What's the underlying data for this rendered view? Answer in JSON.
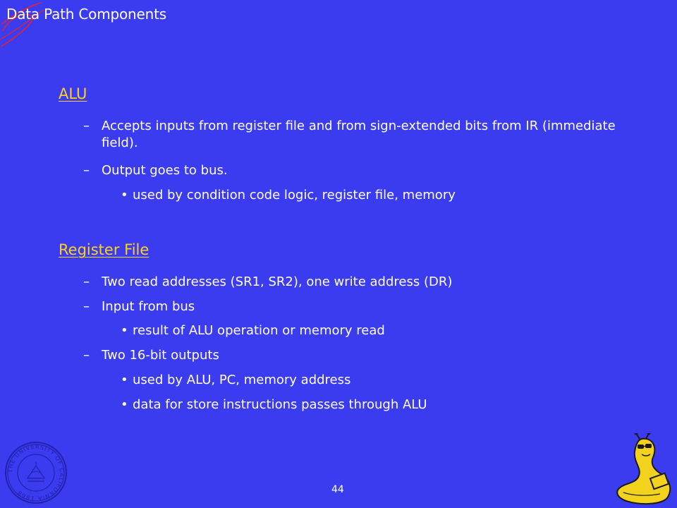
{
  "header": {
    "title": "Data Path Components"
  },
  "sections": [
    {
      "heading": "ALU",
      "items": [
        {
          "marker": "–",
          "text": "Accepts inputs from register file and from sign-extended bits from IR (immediate field)."
        },
        {
          "marker": "–",
          "text": "Output goes to bus."
        },
        {
          "marker": "•",
          "text": "used by condition code logic, register file, memory"
        }
      ]
    },
    {
      "heading": "Register File",
      "items": [
        {
          "marker": "–",
          "text": "Two read addresses (SR1, SR2), one write address (DR)"
        },
        {
          "marker": "–",
          "text": "Input from bus"
        },
        {
          "marker": "•",
          "text": "result of ALU operation or memory read"
        },
        {
          "marker": "–",
          "text": "Two 16-bit outputs"
        },
        {
          "marker": "•",
          "text": "used by ALU, PC, memory address"
        },
        {
          "marker": "•",
          "text": "data for store instructions passes through ALU"
        }
      ]
    }
  ],
  "footer": {
    "page_number": "44",
    "seal_text": "THE UNIVERSITY OF CALIFORNIA 1868",
    "seal_icon": "university-seal-icon",
    "mascot_icon": "banana-slug-mascot-icon"
  },
  "colors": {
    "background": "#3b3bf0",
    "heading": "#ffd21a",
    "text": "#ffffff",
    "scribble": "#e8222a"
  }
}
